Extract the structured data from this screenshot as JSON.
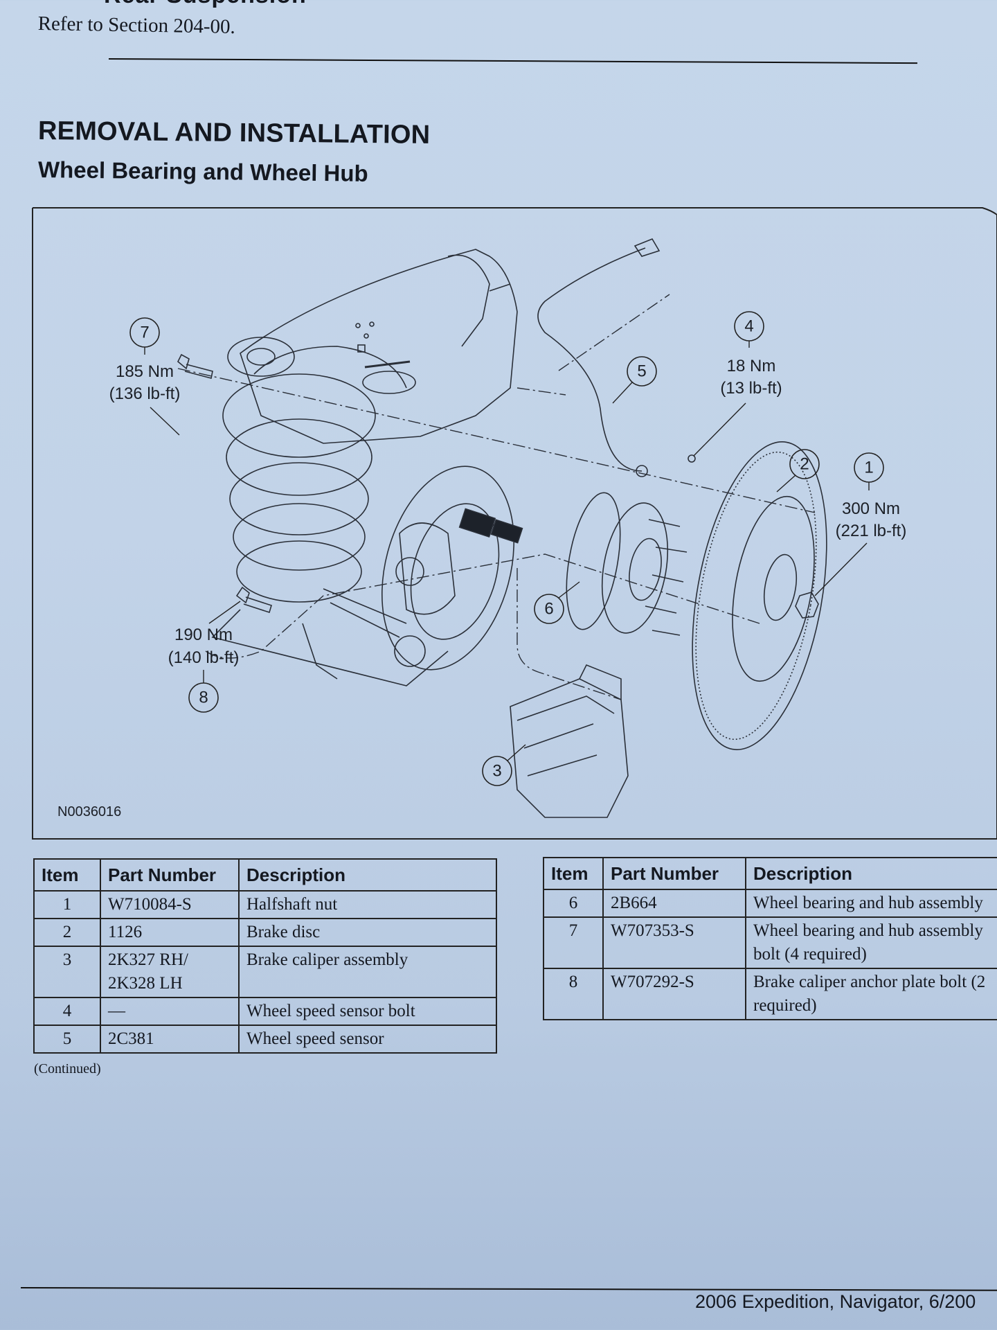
{
  "page": {
    "cut_heading": "Rear Suspension",
    "refer_text": "Refer to Section 204-00.",
    "section_title": "REMOVAL AND INSTALLATION",
    "sub_title": "Wheel Bearing and Wheel Hub",
    "footer_text": "2006 Expedition, Navigator, 6/200"
  },
  "diagram": {
    "figure_id": "N0036016",
    "callouts": [
      {
        "item": "1",
        "torque_nm": "300 Nm",
        "torque_lbft": "(221 lb-ft)"
      },
      {
        "item": "2",
        "torque_nm": "",
        "torque_lbft": ""
      },
      {
        "item": "3",
        "torque_nm": "",
        "torque_lbft": ""
      },
      {
        "item": "4",
        "torque_nm": "18 Nm",
        "torque_lbft": "(13 lb-ft)"
      },
      {
        "item": "5",
        "torque_nm": "",
        "torque_lbft": ""
      },
      {
        "item": "6",
        "torque_nm": "",
        "torque_lbft": ""
      },
      {
        "item": "7",
        "torque_nm": "185 Nm",
        "torque_lbft": "(136 lb-ft)"
      },
      {
        "item": "8",
        "torque_nm": "190 Nm",
        "torque_lbft": "(140 lb-ft)"
      }
    ]
  },
  "tables": {
    "headers": {
      "item": "Item",
      "part_number": "Part Number",
      "description": "Description"
    },
    "table1": [
      {
        "item": "1",
        "part_number": "W710084-S",
        "description": "Halfshaft nut"
      },
      {
        "item": "2",
        "part_number": "1126",
        "description": "Brake disc"
      },
      {
        "item": "3",
        "part_number": "2K327 RH/ 2K328 LH",
        "description": "Brake caliper assembly"
      },
      {
        "item": "4",
        "part_number": "—",
        "description": "Wheel speed sensor bolt"
      },
      {
        "item": "5",
        "part_number": "2C381",
        "description": "Wheel speed sensor"
      }
    ],
    "table1_note": "(Continued)",
    "table2": [
      {
        "item": "6",
        "part_number": "2B664",
        "description": "Wheel bearing and hub assembly"
      },
      {
        "item": "7",
        "part_number": "W707353-S",
        "description": "Wheel bearing and hub assembly bolt (4 required)"
      },
      {
        "item": "8",
        "part_number": "W707292-S",
        "description": "Brake caliper anchor plate bolt (2 required)"
      }
    ]
  }
}
